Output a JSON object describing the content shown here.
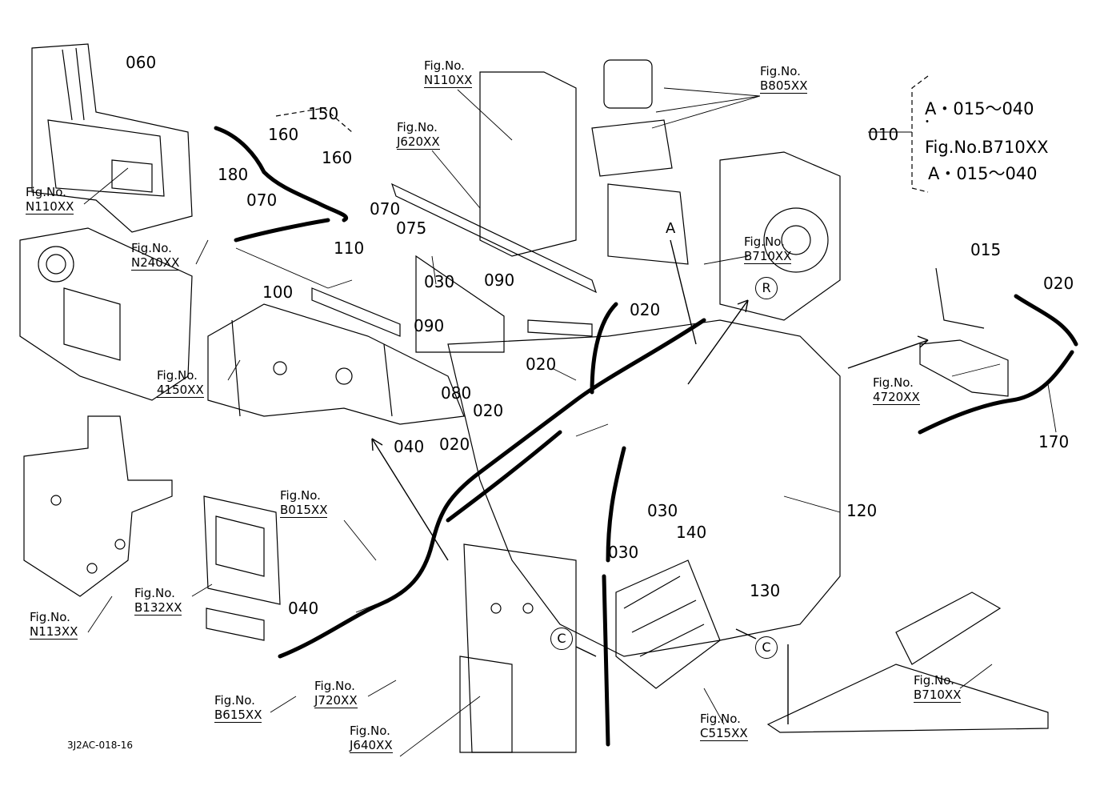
{
  "parts": {
    "p060": "060",
    "p150": "150",
    "p160a": "160",
    "p160b": "160",
    "p180": "180",
    "p070a": "070",
    "p070b": "070",
    "p075": "075",
    "p110": "110",
    "p100": "100",
    "p030a": "030",
    "p090a": "090",
    "p090b": "090",
    "p080": "080",
    "p020a": "020",
    "p020b": "020",
    "p020c": "020",
    "p020d": "020",
    "p020e": "020",
    "p040a": "040",
    "p040b": "040",
    "p030b": "030",
    "p030c": "030",
    "p140": "140",
    "p130": "130",
    "p120": "120",
    "p015": "015",
    "p170": "170",
    "p010": "010"
  },
  "fig_refs": {
    "n110_top": {
      "fig": "Fig.No.",
      "num": "N110XX"
    },
    "j620": {
      "fig": "Fig.No.",
      "num": "J620XX"
    },
    "b805": {
      "fig": "Fig.No.",
      "num": "B805XX"
    },
    "n110_left": {
      "fig": "Fig.No.",
      "num": "N110XX"
    },
    "n240": {
      "fig": "Fig.No.",
      "num": "N240XX"
    },
    "b710_mid": {
      "fig": "Fig.No.",
      "num": "B710XX"
    },
    "f4150": {
      "fig": "Fig.No.",
      "num": "4150XX"
    },
    "f4720": {
      "fig": "Fig.No.",
      "num": "4720XX"
    },
    "b015": {
      "fig": "Fig.No.",
      "num": "B015XX"
    },
    "n113": {
      "fig": "Fig.No.",
      "num": "N113XX"
    },
    "b132": {
      "fig": "Fig.No.",
      "num": "B132XX"
    },
    "b615": {
      "fig": "Fig.No.",
      "num": "B615XX"
    },
    "j720": {
      "fig": "Fig.No.",
      "num": "J720XX"
    },
    "j640": {
      "fig": "Fig.No.",
      "num": "J640XX"
    },
    "c515": {
      "fig": "Fig.No.",
      "num": "C515XX"
    },
    "b710_bot": {
      "fig": "Fig.No.",
      "num": "B710XX"
    }
  },
  "assembly_note": {
    "line1": "A・015～040",
    "dot": "・",
    "line2": "Fig.No.B710XX",
    "line3": "A・015～040"
  },
  "markers": {
    "a_label": "A",
    "r": "R",
    "c1": "C",
    "c2": "C"
  },
  "drawing_code": "3J2AC-018-16",
  "colors": {
    "ink": "#000000",
    "paper": "#ffffff"
  }
}
